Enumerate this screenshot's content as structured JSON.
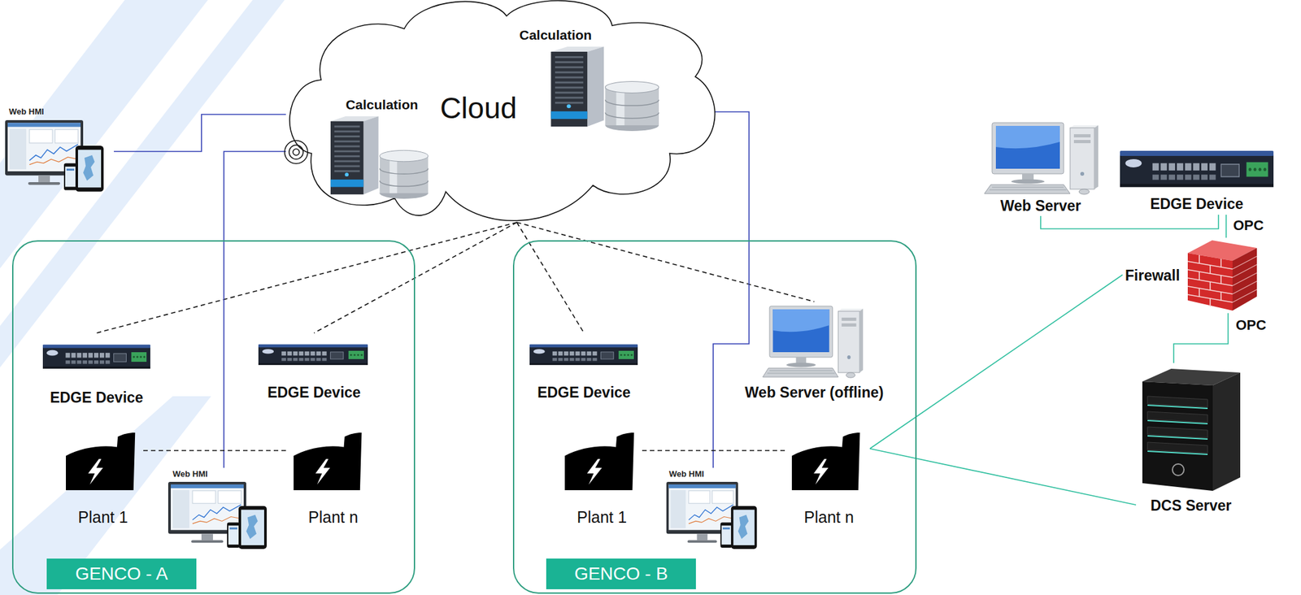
{
  "diagram": {
    "nodes": [
      {
        "text": [
          "Cloud"
        ]
      },
      {
        "text": [
          "Calculation"
        ],
        "in": 0
      },
      {
        "text": [
          "Calculation"
        ],
        "in": 0
      },
      {
        "text": [
          "Web HMI"
        ]
      },
      {
        "text": [
          "GENCO - A"
        ]
      },
      {
        "text": [
          "EDGE Device"
        ],
        "in": 4
      },
      {
        "text": [
          "EDGE Device"
        ],
        "in": 4
      },
      {
        "text": [
          "Plant 1"
        ],
        "in": 4
      },
      {
        "text": [
          "Web HMI"
        ],
        "in": 4
      },
      {
        "text": [
          "Plant n"
        ],
        "in": 4
      },
      {
        "text": [
          "GENCO - B"
        ]
      },
      {
        "text": [
          "EDGE Device"
        ],
        "in": 10
      },
      {
        "text": [
          "Web Server (offline)"
        ],
        "in": 10
      },
      {
        "text": [
          "Plant 1"
        ],
        "in": 10
      },
      {
        "text": [
          "Web HMI"
        ],
        "in": 10
      },
      {
        "text": [
          "Plant n"
        ],
        "in": 10
      },
      {
        "text": [
          "Web Server"
        ]
      },
      {
        "text": [
          "EDGE Device"
        ]
      },
      {
        "text": [
          "Firewall"
        ]
      },
      {
        "text": [
          "DCS Server"
        ]
      }
    ],
    "edges": [
      {
        "from": 0,
        "to": 5,
        "arrow": "none"
      },
      {
        "from": 0,
        "to": 6,
        "arrow": "none"
      },
      {
        "from": 0,
        "to": 11,
        "arrow": "none"
      },
      {
        "from": 0,
        "to": 12,
        "arrow": "none"
      },
      {
        "from": 3,
        "to": 0,
        "arrow": "none"
      },
      {
        "from": 8,
        "to": 0,
        "arrow": "none"
      },
      {
        "from": 14,
        "to": 0,
        "arrow": "none"
      },
      {
        "from": 7,
        "to": 9,
        "arrow": "none"
      },
      {
        "from": 13,
        "to": 15,
        "arrow": "none"
      },
      {
        "from": 15,
        "to": 18,
        "arrow": "none"
      },
      {
        "from": 15,
        "to": 19,
        "arrow": "none"
      },
      {
        "from": 16,
        "to": 17,
        "arrow": "none"
      },
      {
        "from": 17,
        "to": 18,
        "label": "OPC",
        "arrow": "none"
      },
      {
        "from": 18,
        "to": 19,
        "label": "OPC",
        "arrow": "none"
      }
    ]
  }
}
